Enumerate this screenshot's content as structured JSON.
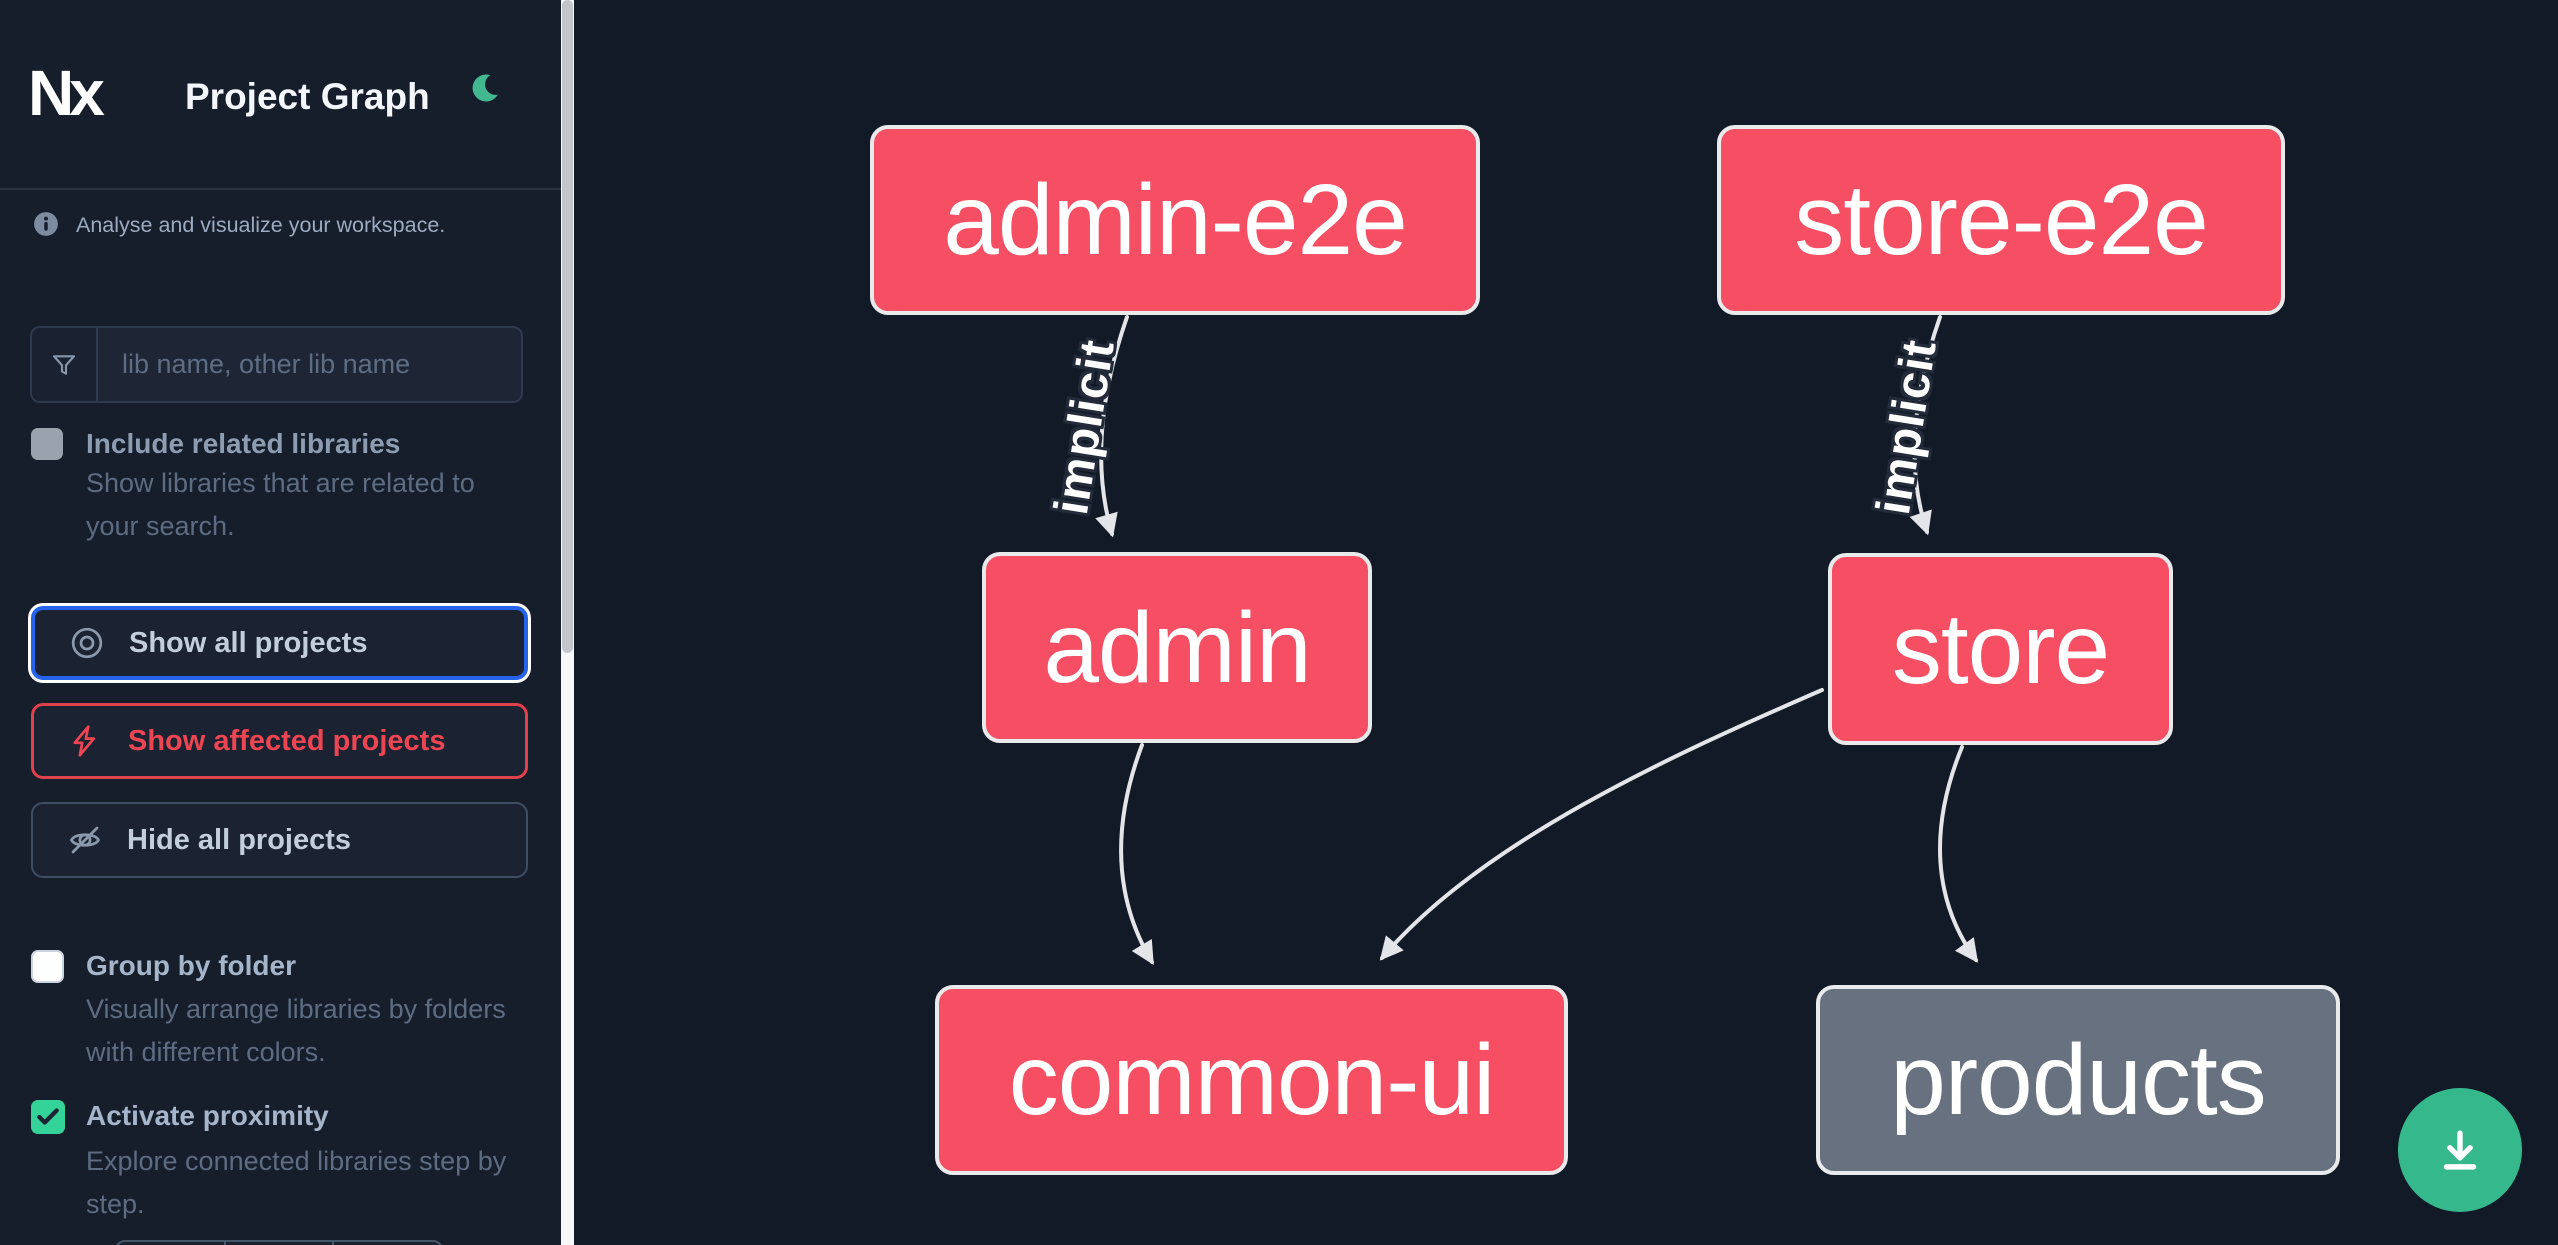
{
  "header": {
    "logo": "Nx",
    "title": "Project Graph"
  },
  "sidebar": {
    "intro": "Analyse and visualize your workspace.",
    "search": {
      "placeholder": "lib name, other lib name",
      "value": ""
    },
    "include_related": {
      "label": "Include related libraries",
      "description": "Show libraries that are related to your search.",
      "checked": false
    },
    "actions": {
      "show_all": "Show all projects",
      "show_affected": "Show affected projects",
      "hide_all": "Hide all projects"
    },
    "group_by_folder": {
      "label": "Group by folder",
      "description": "Visually arrange libraries by folders with different colors.",
      "checked": false
    },
    "activate_proximity": {
      "label": "Activate proximity",
      "description": "Explore connected libraries step by step.",
      "checked": true
    }
  },
  "graph": {
    "nodes": [
      {
        "id": "admin-e2e",
        "label": "admin-e2e",
        "color": "pink"
      },
      {
        "id": "store-e2e",
        "label": "store-e2e",
        "color": "pink"
      },
      {
        "id": "admin",
        "label": "admin",
        "color": "pink"
      },
      {
        "id": "store",
        "label": "store",
        "color": "pink"
      },
      {
        "id": "common-ui",
        "label": "common-ui",
        "color": "pink"
      },
      {
        "id": "products",
        "label": "products",
        "color": "gray"
      }
    ],
    "edges": [
      {
        "from": "admin-e2e",
        "to": "admin",
        "label": "implicit"
      },
      {
        "from": "store-e2e",
        "to": "store",
        "label": "implicit"
      },
      {
        "from": "admin",
        "to": "common-ui",
        "label": ""
      },
      {
        "from": "store",
        "to": "common-ui",
        "label": ""
      },
      {
        "from": "store",
        "to": "products",
        "label": ""
      }
    ]
  },
  "colors": {
    "node_pink": "#f64e63",
    "node_gray": "#68717f",
    "accent_green": "#34d399",
    "focus_blue": "#2663eb",
    "affected_red": "#e0414d",
    "edge_gray": "#e3e5e9"
  }
}
